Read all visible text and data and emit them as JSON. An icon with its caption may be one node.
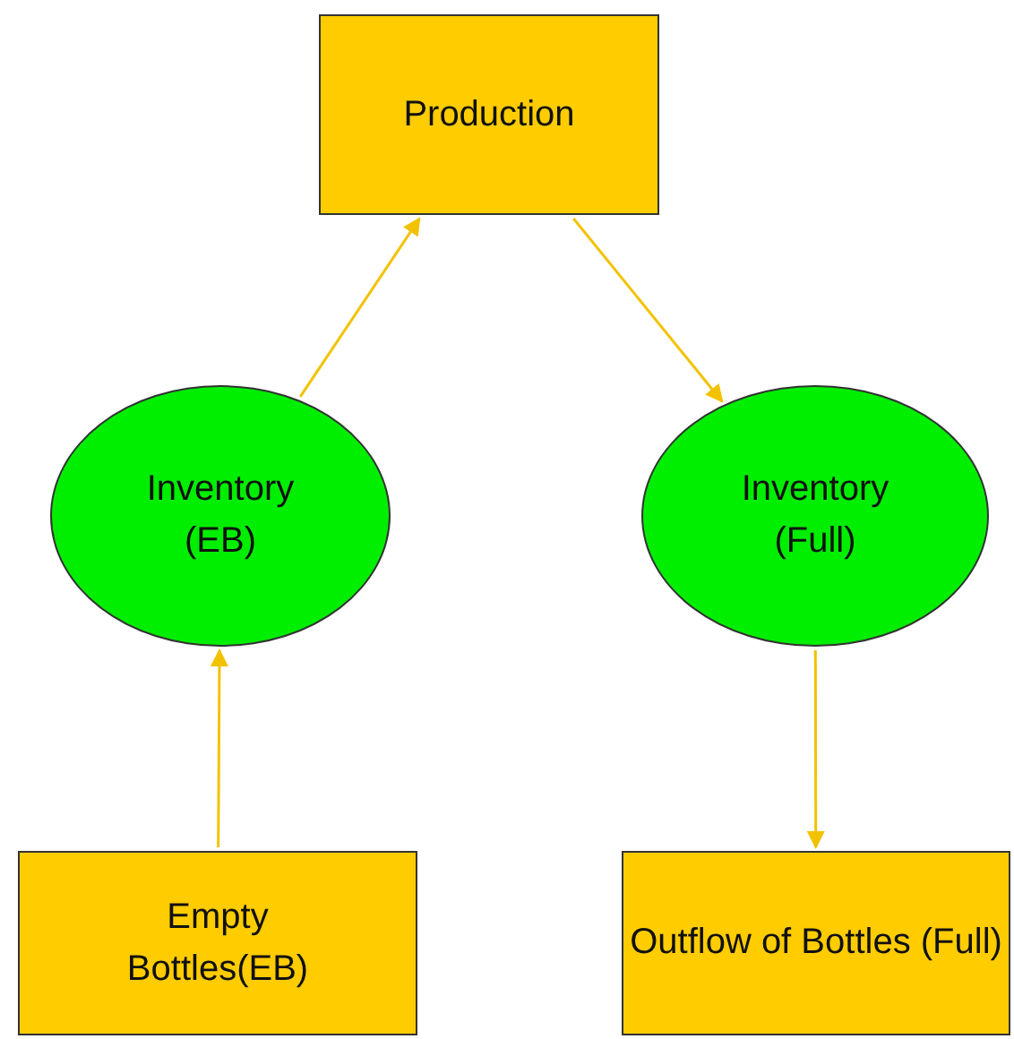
{
  "diagram": {
    "nodes": [
      {
        "text": [
          "Production"
        ]
      },
      {
        "text": [
          "Inventory (EB)"
        ]
      },
      {
        "text": [
          "Inventory (Full)"
        ]
      },
      {
        "text": [
          "Empty Bottles(EB)"
        ]
      },
      {
        "text": [
          "Outflow of Bottles (Full)"
        ]
      }
    ],
    "edges": [
      {
        "from": 3,
        "to": 1,
        "arrow": "to"
      },
      {
        "from": 1,
        "to": 0,
        "arrow": "to"
      },
      {
        "from": 0,
        "to": 2,
        "arrow": "to"
      },
      {
        "from": 2,
        "to": 4,
        "arrow": "to"
      }
    ]
  }
}
